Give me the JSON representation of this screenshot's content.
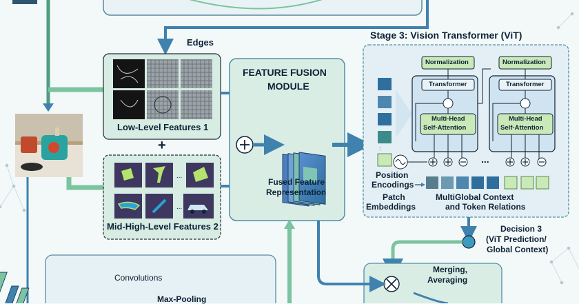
{
  "labels": {
    "edges": "Edges",
    "low_level": "Low-Level Features 1",
    "mid_high_level": "Mid-High-Level Features 2",
    "plus_sign": "+",
    "fusion_title_1": "FEATURE FUSION",
    "fusion_title_2": "MODULE",
    "fused_1": "Fused Feature",
    "fused_2": "Representation",
    "vit_title": "Stage 3: Vision Transformer (ViT)",
    "normalization": "Normalization",
    "transformer": "Transformer",
    "mhsa_1": "Multi-Head",
    "mhsa_2": "Self-Attention",
    "ellipsis": "...",
    "position_1": "Position",
    "position_2": "Encodings",
    "patch_1": "Patch",
    "patch_2": "Embeddings",
    "multiglobal_1": "MultiGlobal Context",
    "multiglobal_2": "and Token Relations",
    "decision_1": "Decision 3",
    "decision_2": "(ViT Prediction/",
    "decision_3": "Global Context)",
    "merging_1": "Merging,",
    "merging_2": "Averaging",
    "convolutions": "Convolutions",
    "maxpooling": "Max-Pooling"
  },
  "colors": {
    "panel_green": "#dcefe6",
    "panel_blue": "#e6f1f5",
    "arrow_green": "#7cc3a0",
    "arrow_blue": "#3f82ad",
    "block_blue": "#cfe3f0",
    "block_green": "#c9e9b8",
    "thumb_dark": "#1d2d3a",
    "thumb_purple": "#3e3760"
  }
}
